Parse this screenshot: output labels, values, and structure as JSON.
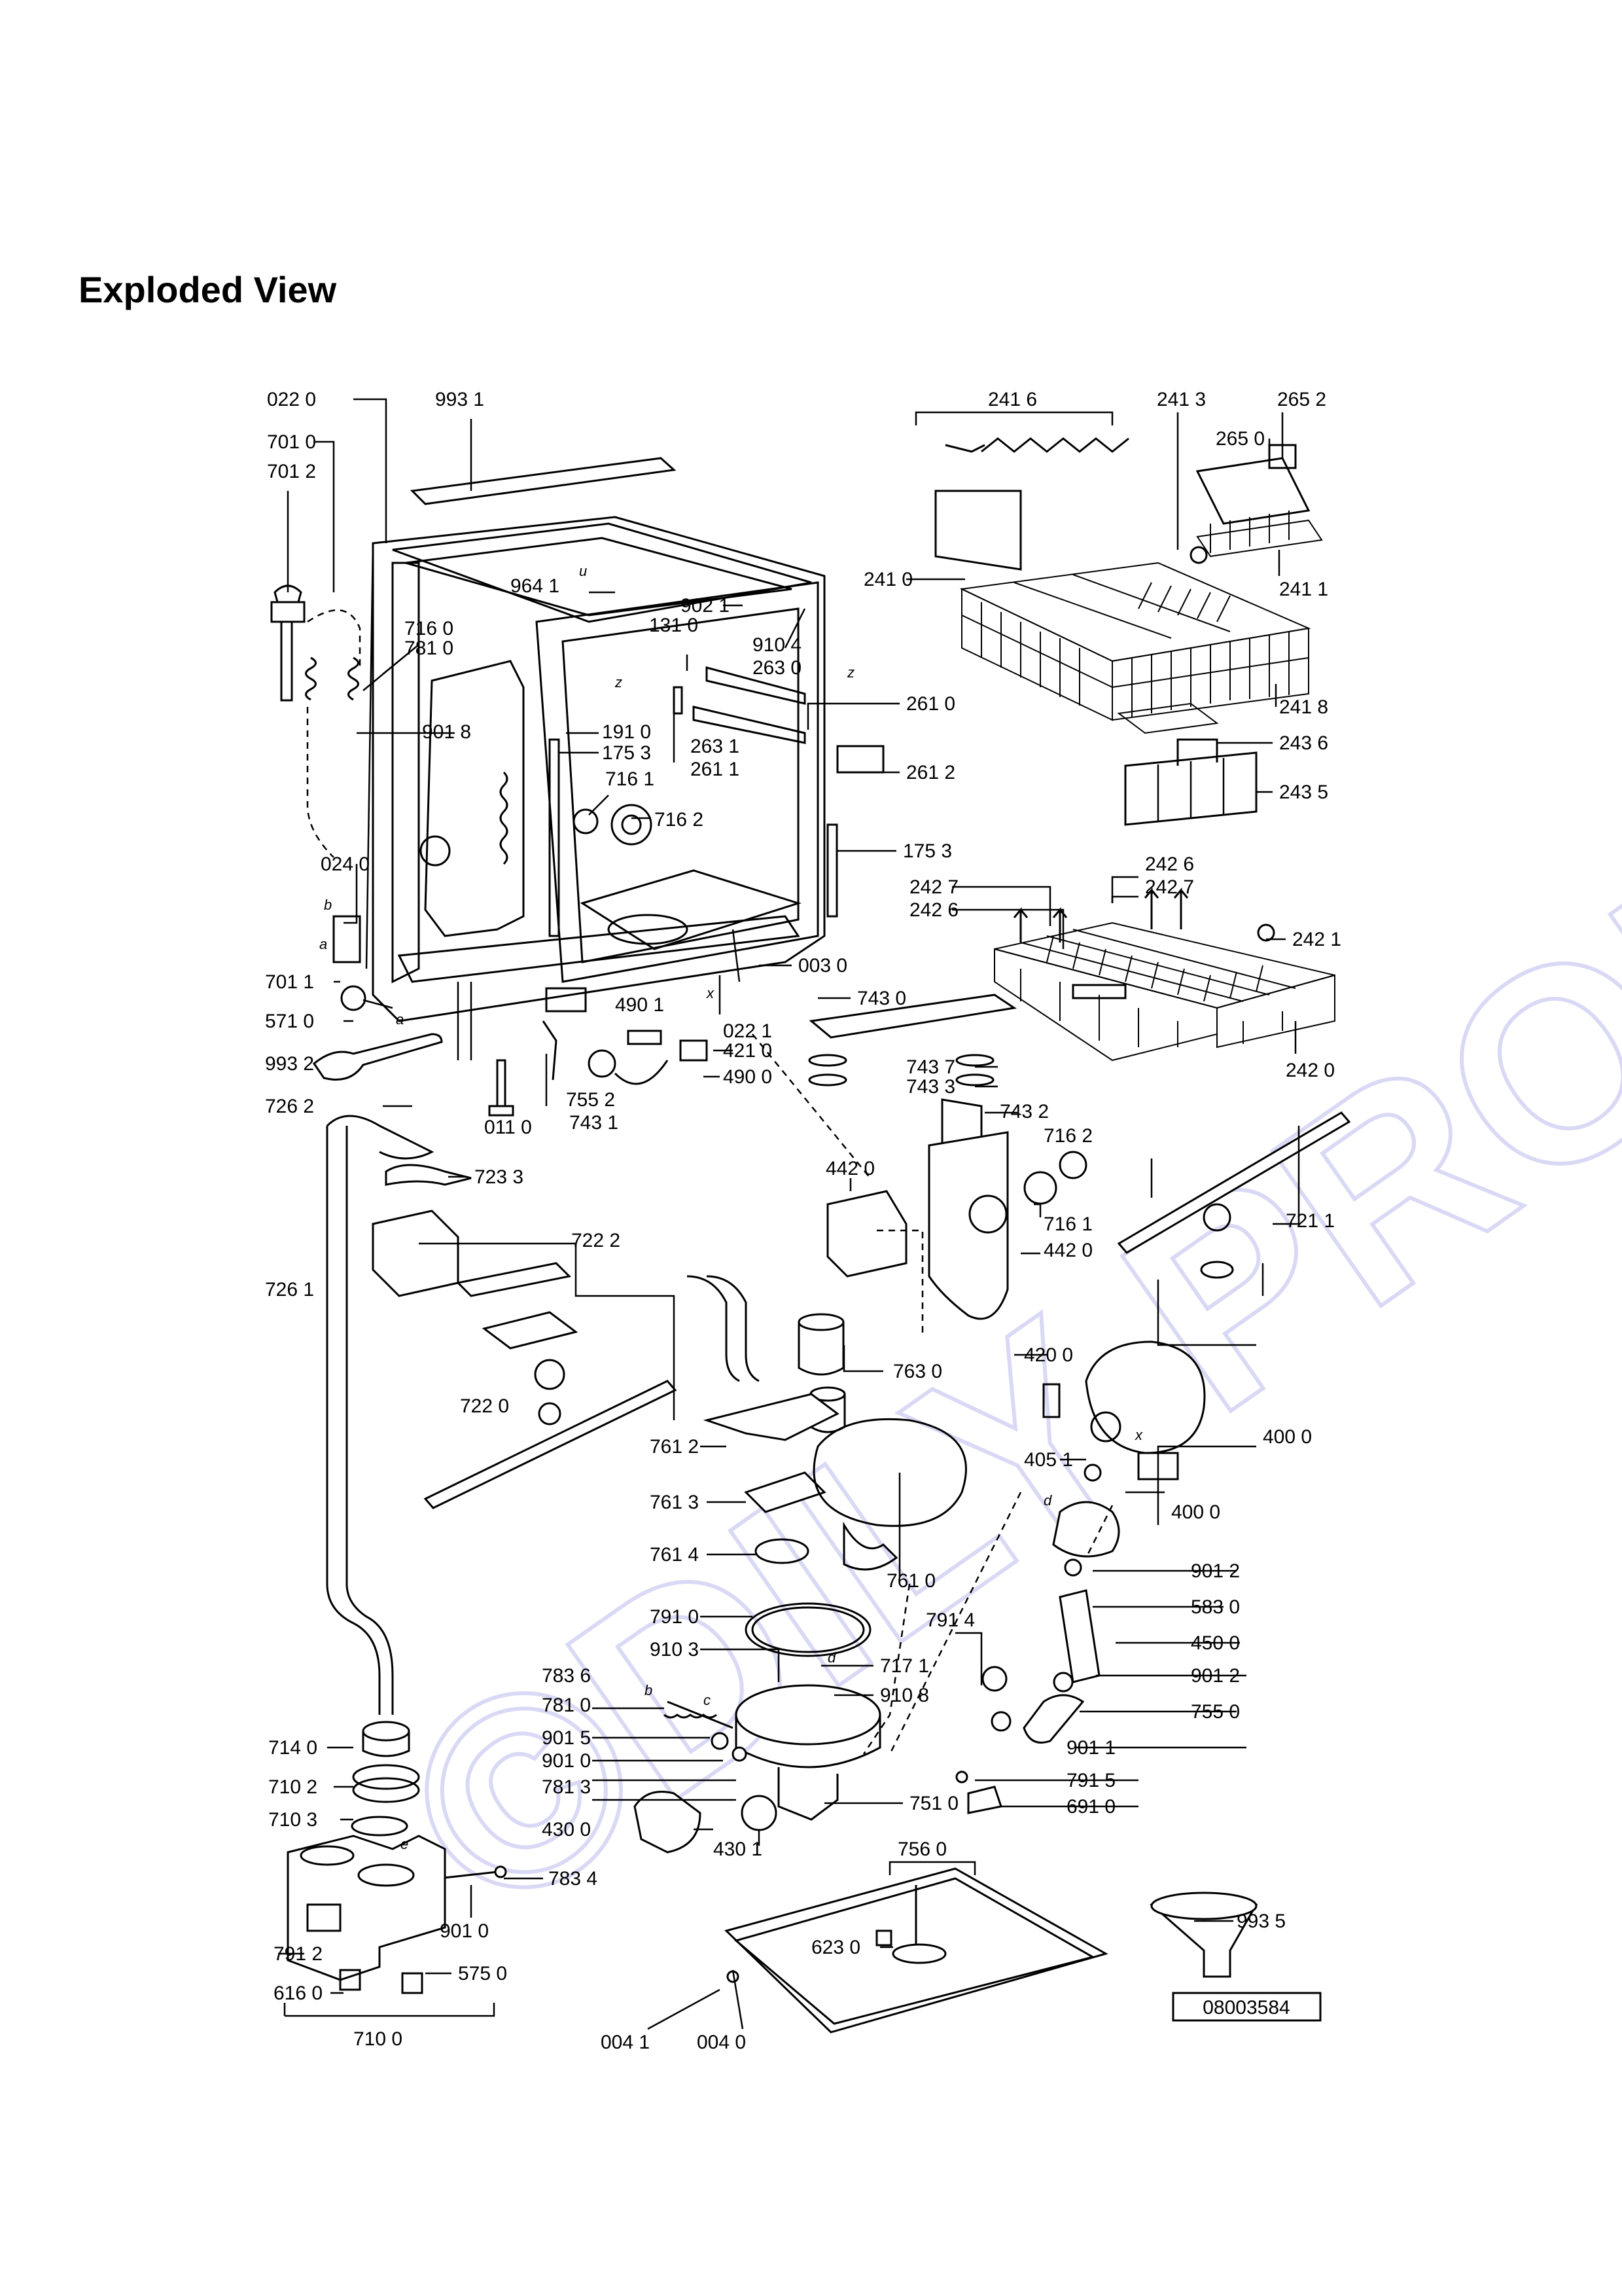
{
  "title": "Exploded View",
  "watermark": "©DILY-PROFES.cz",
  "document_code": "08003584",
  "part_labels": [
    "022 0",
    "993 1",
    "701 0",
    "701 2",
    "964 1",
    "902 1",
    "131 0",
    "910 4",
    "263 0",
    "716 0",
    "781 0",
    "901 8",
    "191 0",
    "175 3",
    "263 1",
    "261 1",
    "261 0",
    "261 2",
    "716 1",
    "716 2",
    "175 3",
    "024 0",
    "701 1",
    "571 0",
    "993 2",
    "003 0",
    "490 1",
    "022 1",
    "421 0",
    "490 0",
    "743 0",
    "743 7",
    "743 3",
    "755 2",
    "743 1",
    "011 0",
    "726 2",
    "723 3",
    "722 2",
    "726 1",
    "722 0",
    "442 0",
    "743 2",
    "716 2",
    "716 1",
    "442 0",
    "763 0",
    "761 2",
    "761 3",
    "761 4",
    "761 0",
    "791 0",
    "910 3",
    "717 1",
    "910 8",
    "783 6",
    "781 0",
    "901 5",
    "901 0",
    "781 3",
    "430 0",
    "430 1",
    "751 0",
    "783 4",
    "901 0",
    "714 0",
    "710 2",
    "710 3",
    "791 2",
    "616 0",
    "575 0",
    "710 0",
    "756 0",
    "623 0",
    "004 1",
    "004 0",
    "241 6",
    "241 3",
    "265 2",
    "265 0",
    "241 0",
    "241 1",
    "241 8",
    "243 6",
    "243 5",
    "242 7",
    "242 6",
    "242 6",
    "242 7",
    "242 1",
    "242 0",
    "721 1",
    "420 0",
    "405 1",
    "400 0",
    "400 0",
    "901 2",
    "583 0",
    "450 0",
    "791 4",
    "901 2",
    "755 0",
    "901 1",
    "791 5",
    "691 0",
    "993 5"
  ],
  "reference_letters": [
    "b",
    "a",
    "a",
    "x",
    "z",
    "z",
    "u",
    "x",
    "d",
    "d",
    "b",
    "c",
    "e"
  ]
}
